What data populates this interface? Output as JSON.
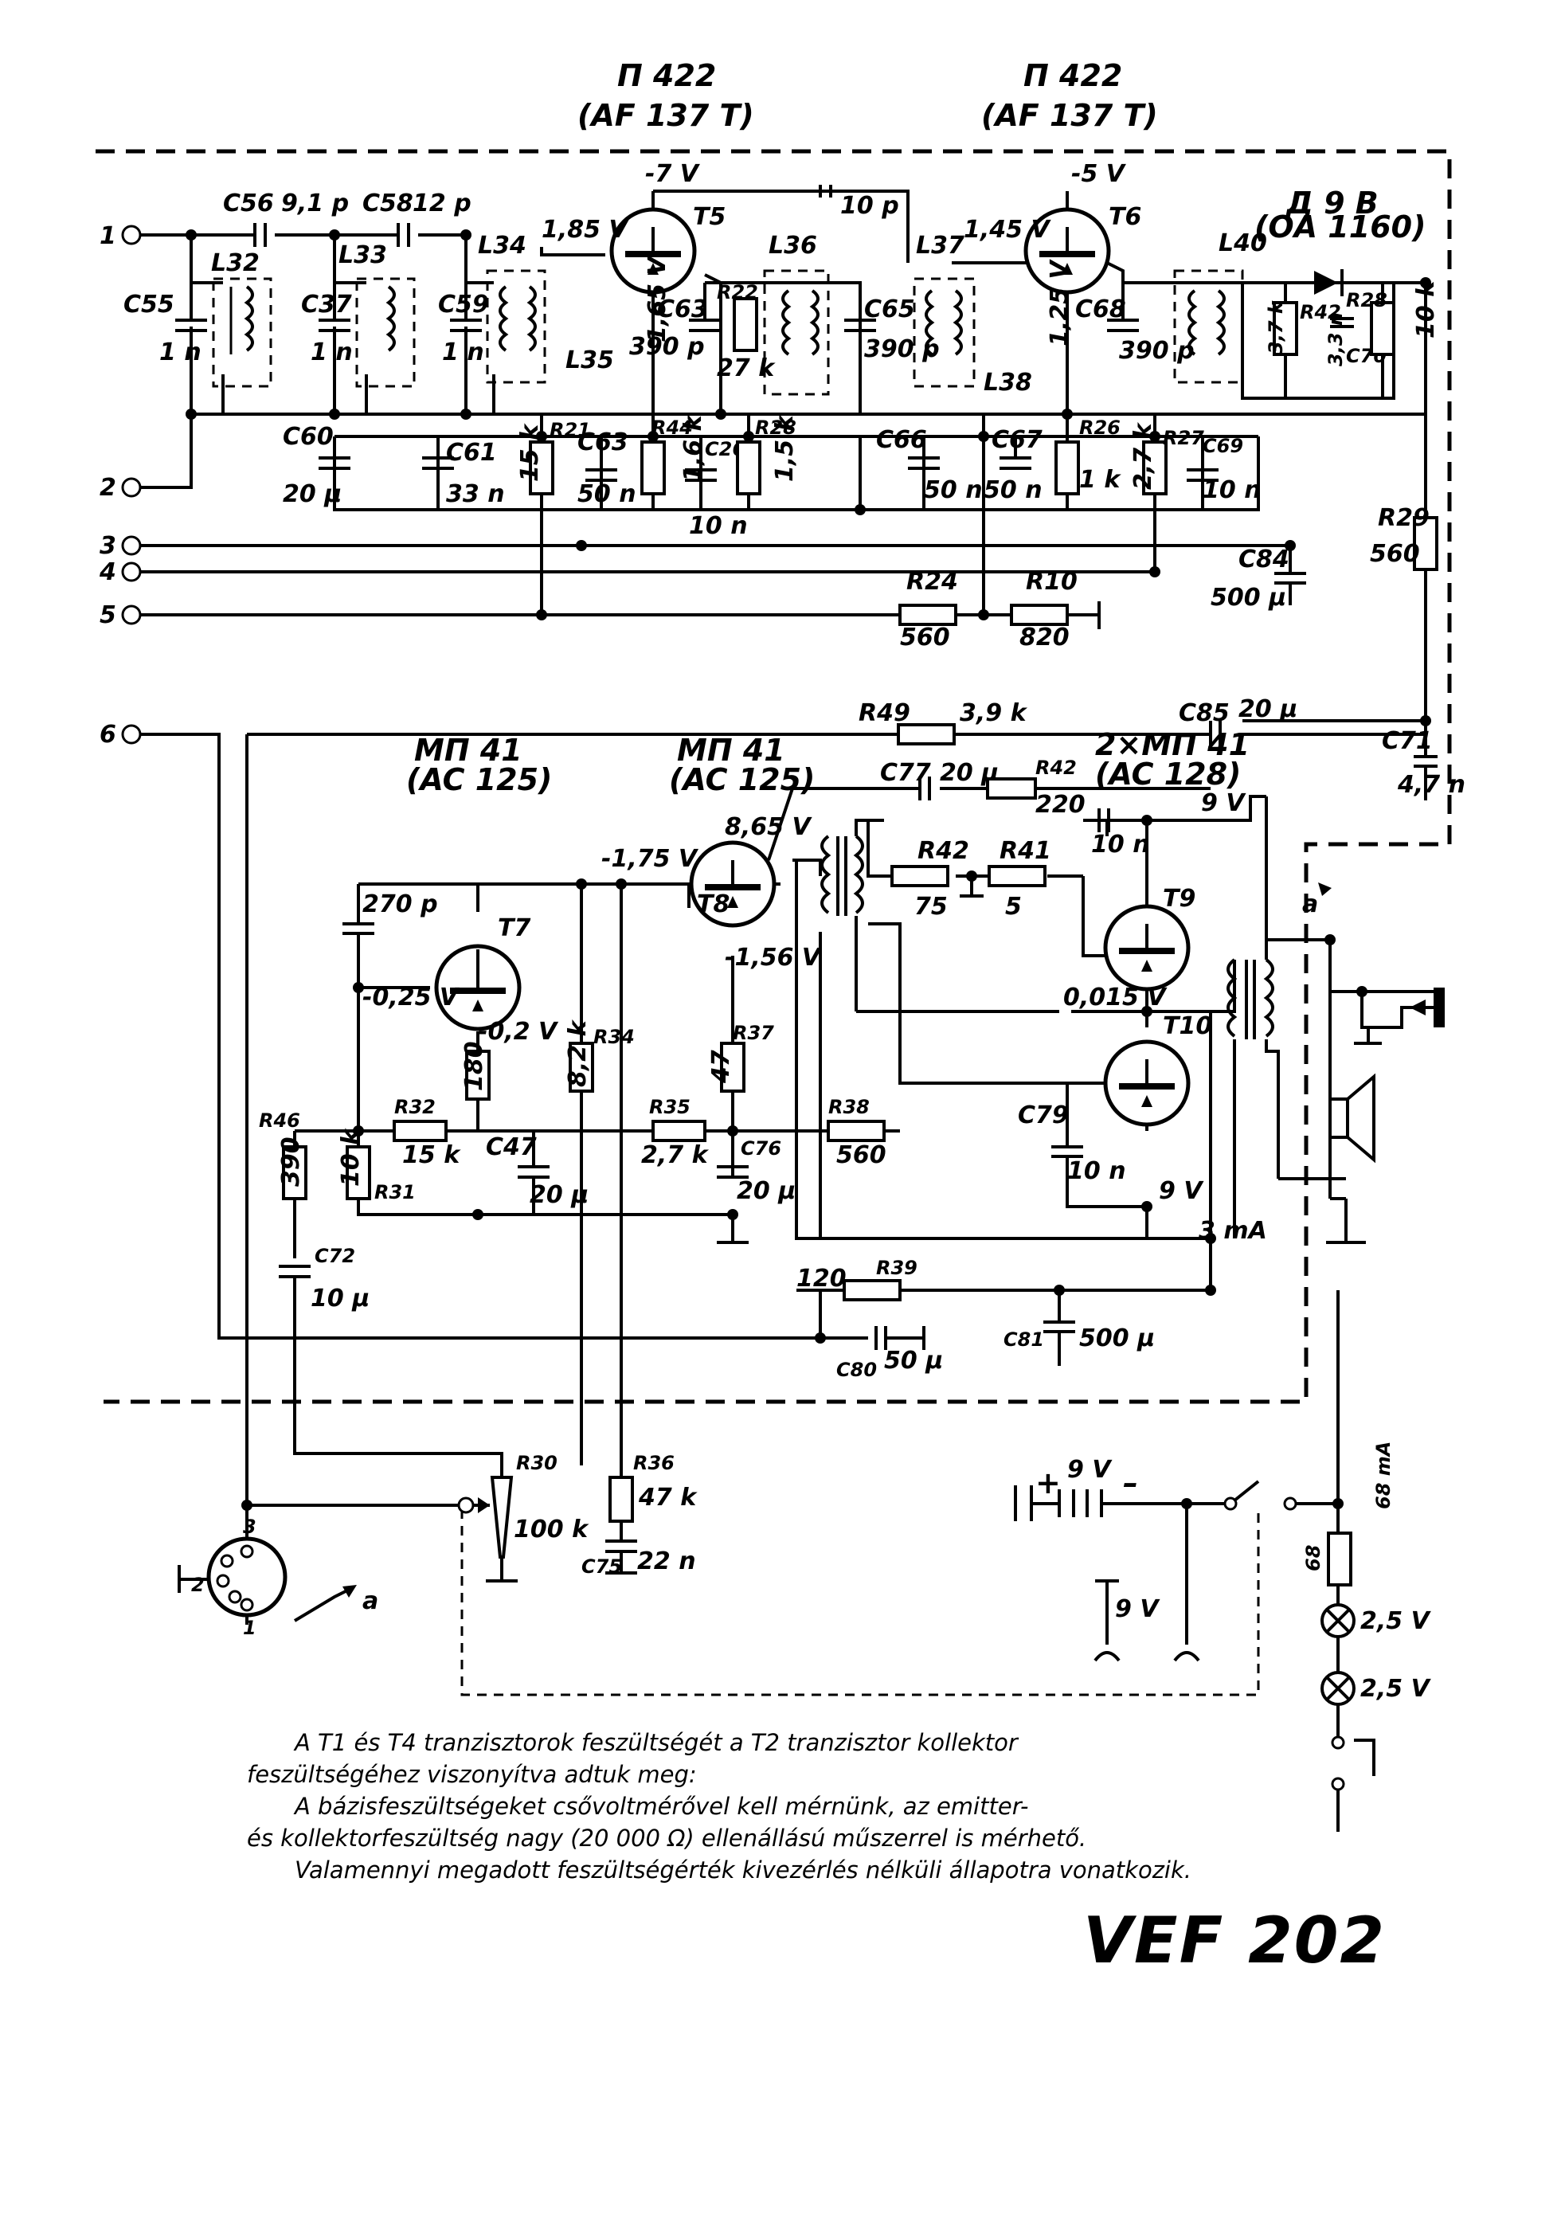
{
  "transistor_labels": {
    "t5_type": "П 422",
    "t5_equiv": "(AF 137 T)",
    "t6_type": "П 422",
    "t6_equiv": "(AF 137 T)",
    "t7_type": "МП 41",
    "t7_equiv": "(AC 125)",
    "t8_type": "МП 41",
    "t8_equiv": "(AC 125)",
    "t9_t10_type": "2×МП 41",
    "t9_t10_equiv": "(AC 128)",
    "diode_type": "Д 9 В",
    "diode_equiv": "(OA 1160)"
  },
  "terminals": [
    "1",
    "2",
    "3",
    "4",
    "5",
    "6"
  ],
  "designators": {
    "T5": "T5",
    "T6": "T6",
    "T7": "T7",
    "T8": "T8",
    "T9": "T9",
    "T10": "T10",
    "C55": "C55",
    "C56": "C56",
    "C37": "C37",
    "C58": "C58",
    "C59": "C59",
    "C60": "C60",
    "C61": "C61",
    "C63a": "C63",
    "C63b": "C63",
    "C65": "C65",
    "C66": "C66",
    "C67": "C67",
    "C68": "C68",
    "C69": "C69",
    "C26": "C26",
    "C84": "C84",
    "C85": "C85",
    "C71": "C71",
    "C77": "C77",
    "C79": "C79",
    "C47": "C47",
    "C76": "C76",
    "C72": "C72",
    "C80": "C80",
    "C81": "C81",
    "C75": "C75",
    "C70": "C70",
    "L32": "L32",
    "L33": "L33",
    "L34": "L34",
    "L35": "L35",
    "L36": "L36",
    "L37": "L37",
    "L38": "L38",
    "L40": "L40",
    "R21": "R21",
    "R22": "R22",
    "R26": "R26",
    "R27": "R27",
    "R28a": "R28",
    "R28b": "R28",
    "R29": "R29",
    "R24": "R24",
    "R10": "R10",
    "R44": "R44",
    "R42a": "R42",
    "R42b": "R42",
    "R42c": "R42",
    "R49": "R49",
    "R41": "R41",
    "R32": "R32",
    "R31": "R31",
    "R46": "R46",
    "R34": "R34",
    "R35": "R35",
    "R37": "R37",
    "R38": "R38",
    "R39": "R39",
    "R30": "R30",
    "R36": "R36"
  },
  "values": {
    "c56": "9,1 p",
    "c58": "12 p",
    "c55": "1 n",
    "c37": "1 n",
    "c59": "1 n",
    "c60": "20 μ",
    "c61": "33 n",
    "r21": "15 k",
    "c63a": "50 n",
    "r44": "1,6 k",
    "r28a": "1,5 k",
    "c63b": "390 p",
    "r22": "27 k",
    "c65": "390 p",
    "c10p": "10 p",
    "ten_n": "10 n",
    "c66": "50 n",
    "c67": "50 n",
    "r26": "1 k",
    "r27": "2,7 k",
    "c69": "10 n",
    "c68": "390 p",
    "r42a": "3,7 k",
    "c70": "3,3 n",
    "r28b": "10 k",
    "r29": "560",
    "c84": "500 μ",
    "r24": "560",
    "r10": "820",
    "r49": "3,9 k",
    "c85": "20 μ",
    "c71": "4,7 n",
    "c270p": "270 p",
    "c77": "20 μ",
    "r42b": "220",
    "c10n_t9": "10 n",
    "r42c": "75",
    "r41": "5",
    "r180": "180",
    "r34": "8,2 k",
    "r37": "47",
    "r46": "390",
    "r31": "10 k",
    "r32": "15 k",
    "r35": "2,7 k",
    "r38": "560",
    "c47": "20 μ",
    "c76": "20 μ",
    "c79": "10 n",
    "c72": "10 μ",
    "r39": "120",
    "c80": "50 μ",
    "c81": "500 μ",
    "r30": "100 k",
    "r36": "47 k",
    "c75": "22 n",
    "r68": "68",
    "lamp1": "2,5 V",
    "lamp2": "2,5 V"
  },
  "voltages": {
    "t5_e": "-7 V",
    "t5_b": "1,85 V",
    "t5_c": "1,65 V",
    "t6_e": "-5 V",
    "t6_b": "1,45 V",
    "t6_c": "1,25 V",
    "t7_b": "-0,25 V",
    "t7_e": "-0,2 V",
    "bus": "-1,75 V",
    "t8_c": "8,65 V",
    "t8_e": "-1,56 V",
    "t9_t10": "0,015 V",
    "supply_top": "9 V",
    "supply_bottom": "9 V",
    "current": "3 mA",
    "battery": "9 V",
    "ext_9v": "9 V",
    "lamp_current": "68 mA"
  },
  "connector": {
    "pin1": "1",
    "pin2": "2",
    "pin3": "3",
    "arrow": "a"
  },
  "jack_label": "a",
  "notes": [
    "A T1 és T4 tranzisztorok feszültségét a T2 tranzisztor kollektor",
    "feszültségéhez viszonyítva adtuk meg:",
    "A bázisfeszültségeket csővoltmérővel kell mérnünk, az emitter-",
    "és kollektorfeszültség nagy (20 000 Ω) ellenállású műszerrel is mérhető.",
    "Valamennyi megadott feszültségérték kivezérlés nélküli állapotra vonatkozik."
  ],
  "model": "VEF 202"
}
